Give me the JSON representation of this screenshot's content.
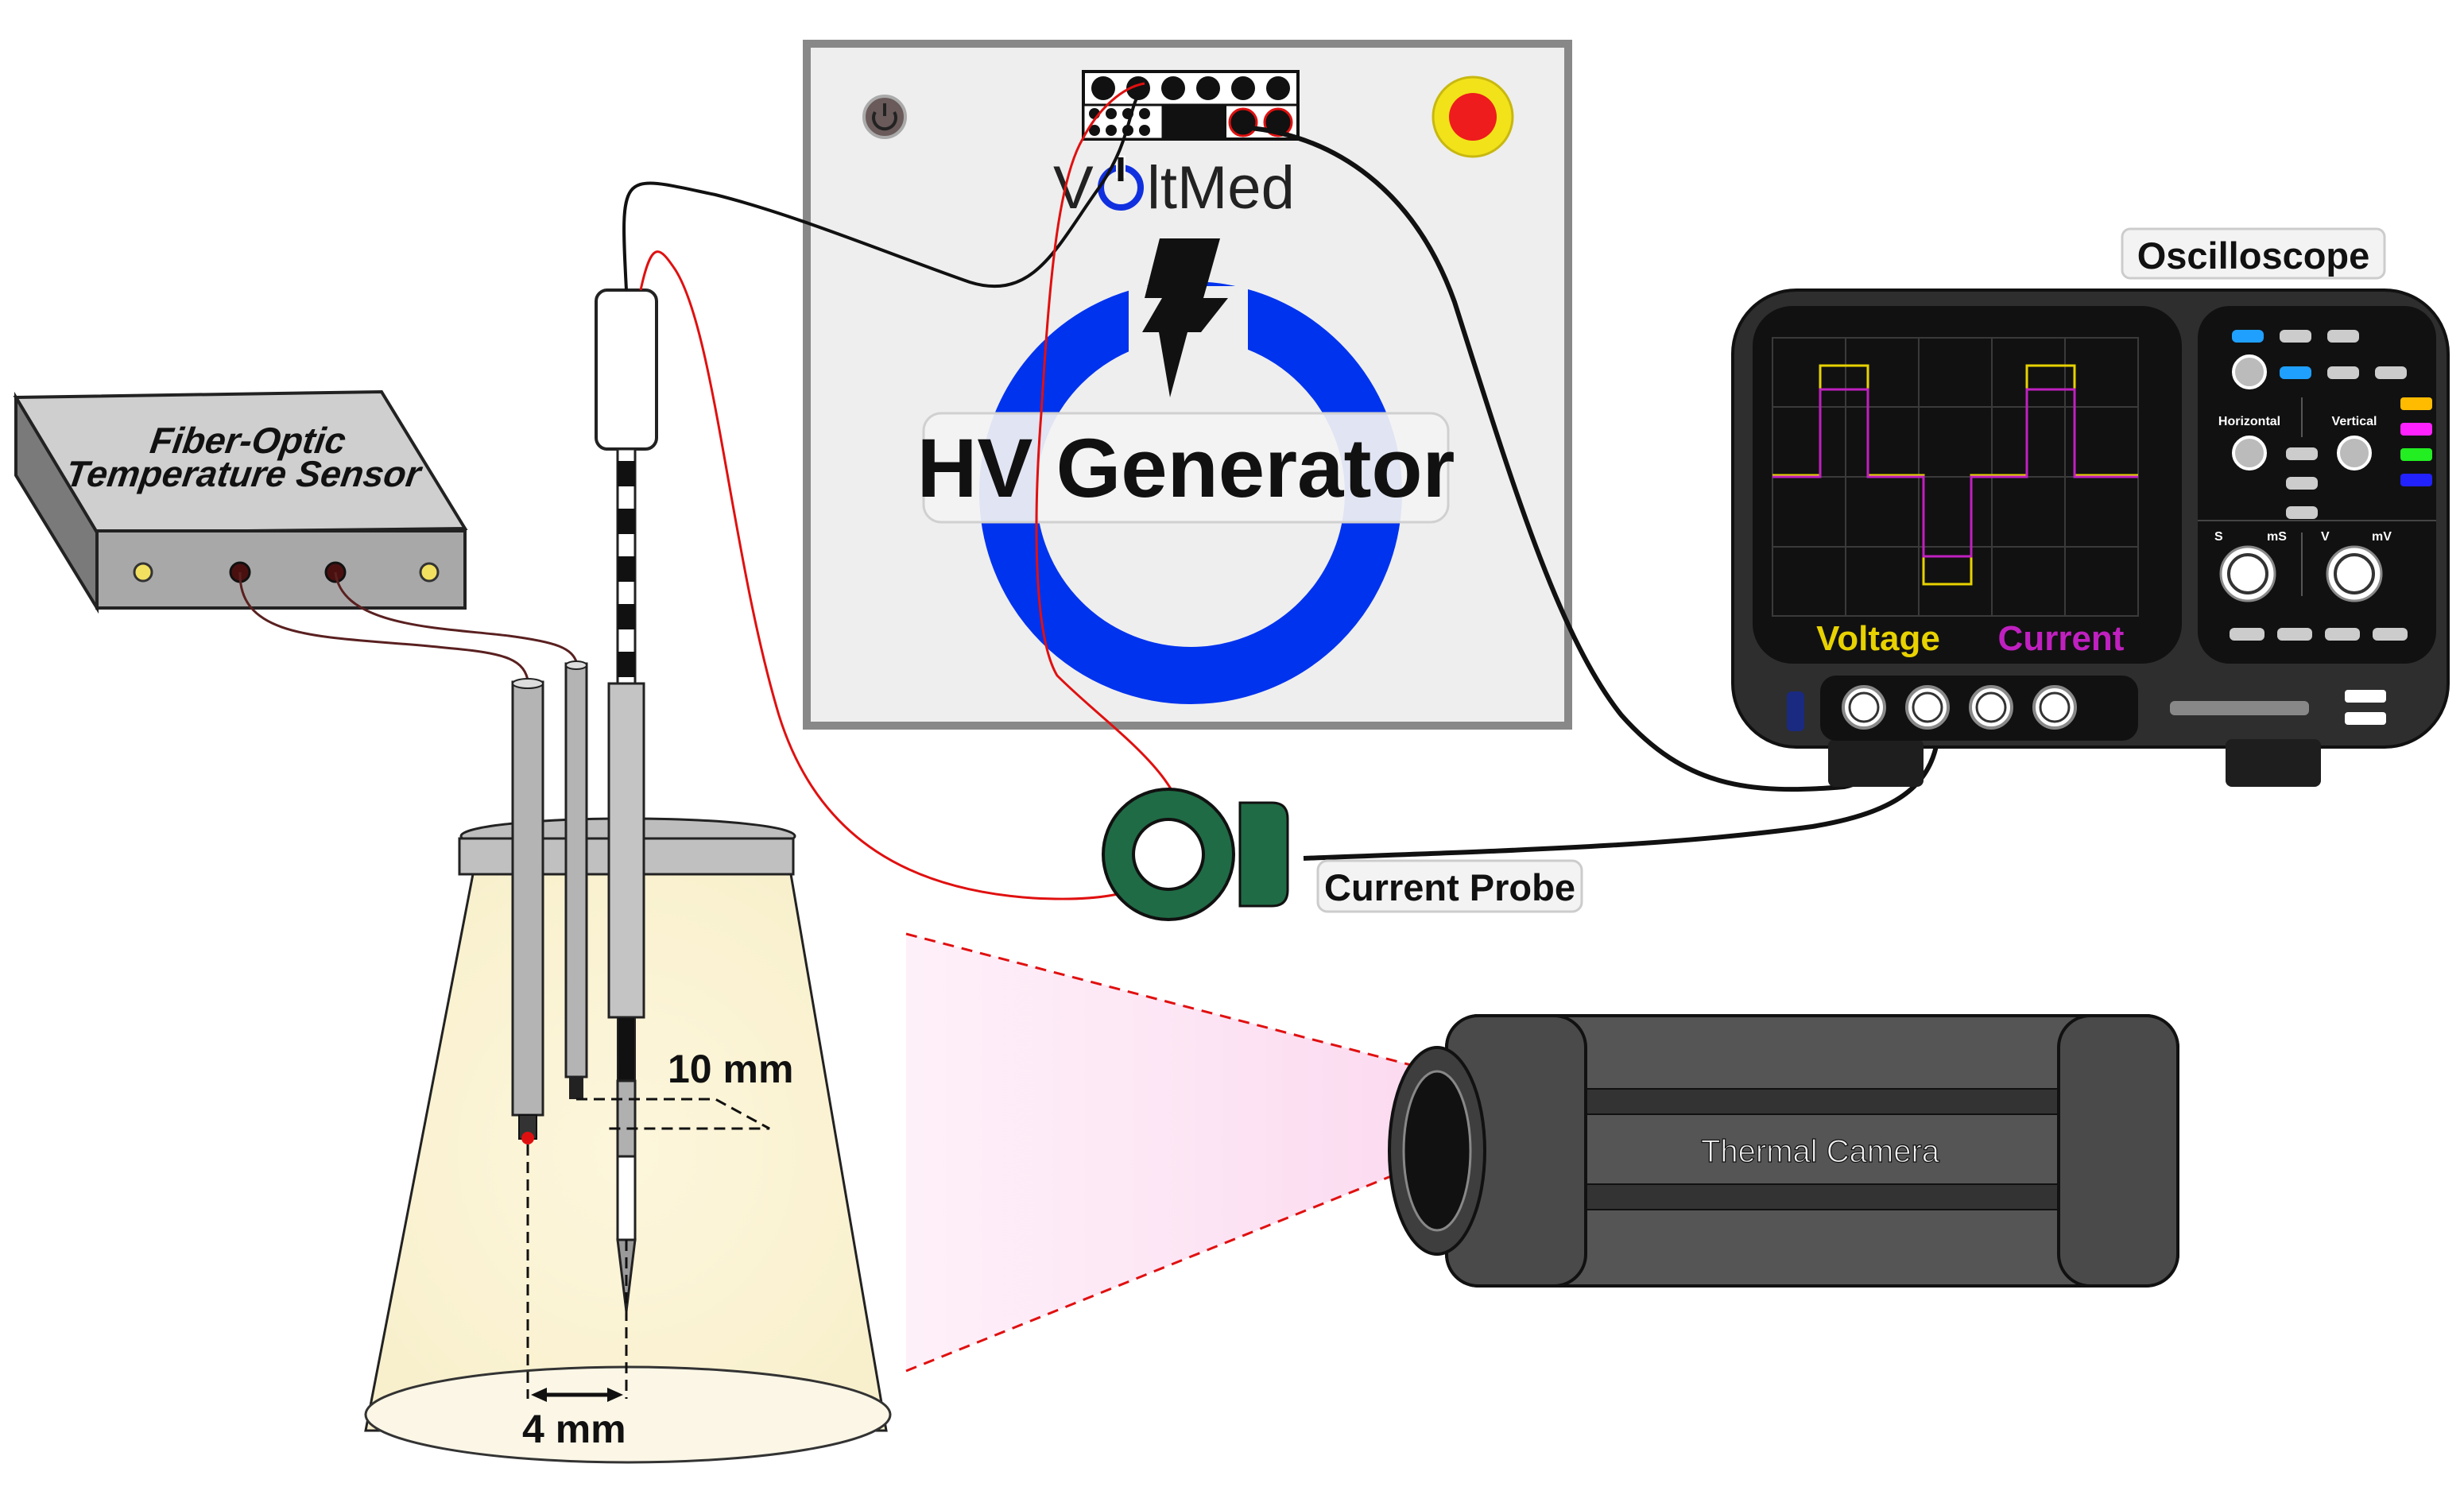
{
  "labels": {
    "fiber_optic_line1": "Fiber-Optic",
    "fiber_optic_line2": "Temperature Sensor",
    "brand_v": "V",
    "brand_rest": "ltMed",
    "hv_generator": "HV Generator",
    "oscilloscope": "Oscilloscope",
    "voltage": "Voltage",
    "current": "Current",
    "current_probe": "Current Probe",
    "thermal_camera": "Thermal Camera",
    "dim_10mm": "10 mm",
    "dim_4mm": "4 mm",
    "horizontal": "Horizontal",
    "vertical": "Vertical",
    "unit_s": "S",
    "unit_ms": "mS",
    "unit_v": "V",
    "unit_mv": "mV"
  },
  "colors": {
    "wire_red": "#e01010",
    "wire_black": "#111111",
    "generator_ring": "#0033ee",
    "probe_green": "#1f6b45",
    "voltage_trace": "#e8d200",
    "current_trace": "#c020c0",
    "scope_body": "#2e2e2e",
    "camera_body": "#555555",
    "stop_button": "#ee1c1c",
    "stop_ring": "#f2e21a"
  }
}
